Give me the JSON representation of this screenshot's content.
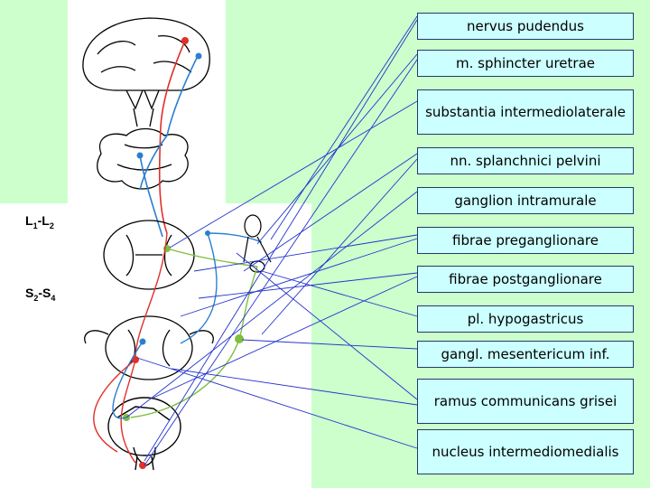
{
  "labels": [
    "nervus pudendus",
    "m. sphincter uretrae",
    "substantia intermediolaterale",
    "nn. splanchnici pelvini",
    "ganglion intramurale",
    "fibrae preganglionare",
    "fibrae postganglionare",
    "pl. hypogastricus",
    "gangl. mesentericum inf.",
    "ramus communicans grisei",
    "nucleus intermediomedialis"
  ],
  "segments": {
    "upper": {
      "a": "L",
      "a_sub": "1",
      "sep": "-",
      "b": "L",
      "b_sub": "2"
    },
    "lower": {
      "a": "S",
      "a_sub": "2",
      "sep": "-",
      "b": "S",
      "b_sub": "4"
    }
  },
  "colors": {
    "background": "#ccffcc",
    "box_fill": "#ccffff",
    "pointer_line": "#2233cc",
    "efferent_red": "#e0302a",
    "afferent_blue": "#2a7fd0",
    "sympathetic_green": "#7fbf3f",
    "parasympathetic_yellow": "#e0c020"
  }
}
